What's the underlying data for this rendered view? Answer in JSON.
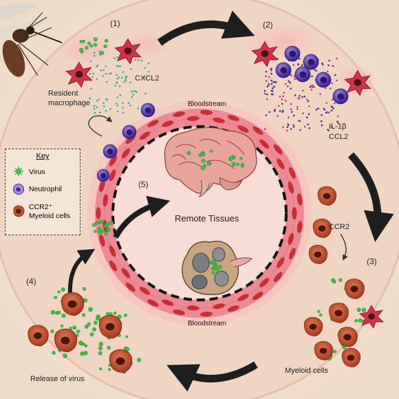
{
  "labels": {
    "step1": "(1)",
    "step2": "(2)",
    "step3": "(3)",
    "step4": "(4)",
    "step5": "(5)",
    "cxcl2": "CXCL2",
    "resident_macrophage_line1": "Resident",
    "resident_macrophage_line2": "macrophage",
    "il1b": "IL-1β",
    "ccl2": "CCL2",
    "ccr2": "CCR2",
    "bloodstream_top": "Bloodstream",
    "bloodstream_bottom": "Bloodstream",
    "remote_tissues": "Remote Tissues",
    "myeloid_cells": "Myeloid cells",
    "release_of_virus": "Release of  virus"
  },
  "key": {
    "title": "Key",
    "items": [
      {
        "icon": "virus-icon",
        "label": "Virus",
        "color": "#3fbf4a"
      },
      {
        "icon": "neutrophil-icon",
        "label": "Neutrophil",
        "color": "#5a3fb0"
      },
      {
        "icon": "myeloid-cell-icon",
        "label_line1": "CCR2⁺",
        "label_line2": "Myeloid cells",
        "color": "#b8492a"
      }
    ]
  },
  "colors": {
    "background": "#f3e6d6",
    "outer_ring": "#e7c9b7",
    "vessel": "#ee8f97",
    "red_blood_cell": "#c4252b",
    "virus": "#3fbf4a",
    "neutrophil": "#5a3fb0",
    "myeloid_cell": "#b8492a",
    "arrow": "#1e1e1e"
  }
}
